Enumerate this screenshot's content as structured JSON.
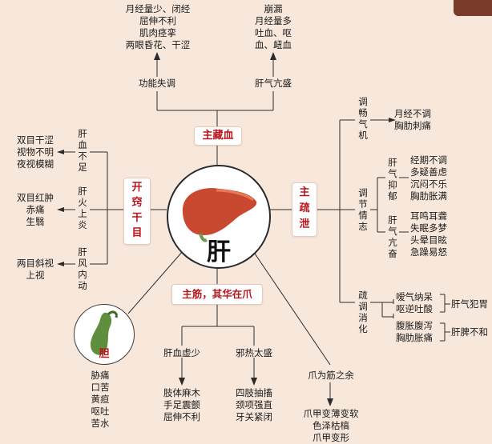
{
  "center": {
    "label": "肝"
  },
  "nodes": {
    "cangxue": "主藏血",
    "shuxie": "主\n疏\n泄",
    "kaiqiao": "开\n窍\n干\n目",
    "zhujin": "主筋，其华在爪",
    "gallbladder": "胆"
  },
  "cangxue_branch": {
    "gongneng": "功能失调",
    "gongneng_symptoms": "月经量少、闭经\n屈伸不利\n肌肉痉挛\n两眼昏花、干涩",
    "ganqi": "肝气亢盛",
    "ganqi_symptoms": "崩漏\n月经量多\n吐血、呕\n血、衄血"
  },
  "shuxie_branch": {
    "tiaochang": "调\n畅\n气\n机",
    "tiaochang_symptoms": "月经不调\n胸肋刺痛",
    "tiaojie": "调\n节\n情\n志",
    "yiyu": "肝\n气\n抑\n郁",
    "yiyu_symptoms": "经期不调\n多疑善虑\n沉闷不乐\n胸肋胀满",
    "kangfen": "肝\n气\n亢\n奋",
    "kangfen_symptoms": "耳鸣耳聋\n失眠多梦\n头晕目眩\n急躁易怒",
    "shutiao": "疏\n调\n消\n化",
    "wei_symptoms": "嗳气纳呆\n呕逆吐酸",
    "wei": "肝气犯胃",
    "pi_symptoms": "腹胀腹泻\n胸肋胀痛",
    "pi": "肝脾不和"
  },
  "kaiqiao_branch": {
    "xuebuzu": "肝\n血\n不\n足",
    "xuebuzu_symptoms": "双目干涩\n视物不明\n夜视模糊",
    "huoshangyan": "肝\n火\n上\n炎",
    "huoshangyan_symptoms": "双目红肿\n赤痛\n生翳",
    "fengneidong": "肝\n风\n内\n动",
    "fengneidong_symptoms": "两目斜视\n上视"
  },
  "zhujin_branch": {
    "xuexu": "肝血虚少",
    "xuexu_symptoms": "肢体麻木\n手足震颤\n屈伸不利",
    "xiere": "邪热太盛",
    "xiere_symptoms": "四肢抽搐\n颈项强直\n牙关紧闭",
    "zhua": "爪为筋之余",
    "zhua_symptoms": "爪甲变薄变软\n色泽枯槁\n爪甲变形"
  },
  "gallbladder_symptoms": "胁痛\n口苦\n黄疸\n呕吐\n苦水",
  "colors": {
    "accent": "#b8161c",
    "liver": "#c8492f",
    "bg": "#f8e8dc"
  }
}
